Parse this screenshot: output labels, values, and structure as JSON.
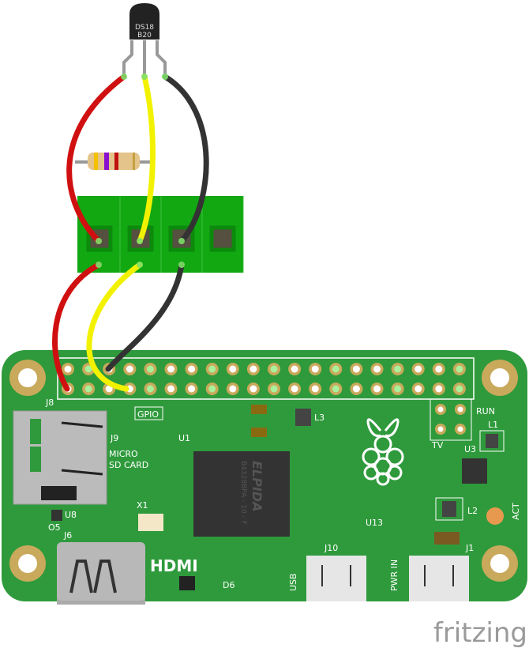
{
  "sensor": {
    "line1": "DS18",
    "line2": "B20"
  },
  "board": {
    "labels": {
      "j8": "J8",
      "gpio": "GPIO",
      "j9": "J9",
      "micro": "MICRO",
      "sdcard": "SD CARD",
      "u1": "U1",
      "chip_brand": "ELPIDA",
      "chip_part": "B4328BPA - 10 - F",
      "l3": "L3",
      "run": "RUN",
      "tv": "TV",
      "l1": "L1",
      "u3": "U3",
      "x1": "X1",
      "u8": "U8",
      "o5": "O5",
      "j6": "J6",
      "hdmi": "HDMI",
      "d6": "D6",
      "j10": "J10",
      "usb": "USB",
      "pwr_in": "PWR IN",
      "j1": "J1",
      "l2": "L2",
      "act": "ACT",
      "u13": "U13"
    },
    "header_pins_per_row": 20
  },
  "colors": {
    "board": "#2f9a3c",
    "terminal": "#12a812",
    "red_wire": "#d01010",
    "yellow_wire": "#f2f200",
    "black_wire": "#333333",
    "mount": "#c9a95b"
  },
  "logo": {
    "text": "fritzing"
  }
}
